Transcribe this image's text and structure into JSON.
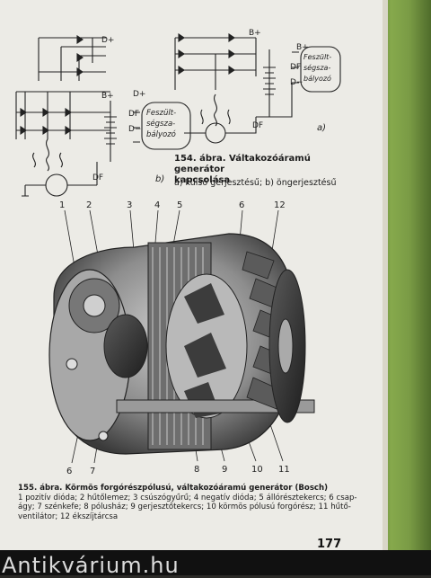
{
  "fig154": {
    "title_line1": "154. ábra. Váltakozóáramú generátor",
    "title_line2": "kapcsolása",
    "subtitle": "a) külső gerjesztésű; b) öngerjesztésű",
    "labels": {
      "d_plus": "D+",
      "b_plus": "B+",
      "d_minus": "D−",
      "df": "DF",
      "a": "a)",
      "b": "b)",
      "regulator_line1": "Feszült-",
      "regulator_line2": "ségsza-",
      "regulator_line3": "bályozó"
    }
  },
  "fig155": {
    "title": "155. ábra. Körmös forgórészpólusú, váltakozóáramú generátor (Bosch)",
    "legend_lines": [
      "1 pozitív dióda; 2 hűtőlemez; 3 csúszógyűrű; 4 negatív dióda; 5 állórésztekercs; 6 csap-",
      "ágy; 7 szénkefe; 8 pólusház; 9 gerjesztőtekercs; 10 körmös pólusú forgórész; 11 hűtő-",
      "ventilátor; 12 ékszíjtárcsa"
    ],
    "callouts_top": [
      "1",
      "2",
      "3",
      "4",
      "5",
      "6",
      "12"
    ],
    "callouts_bottom": [
      "6",
      "7",
      "8",
      "9",
      "10",
      "11"
    ]
  },
  "page_number": "177",
  "watermark": "Antikvárium.hu"
}
